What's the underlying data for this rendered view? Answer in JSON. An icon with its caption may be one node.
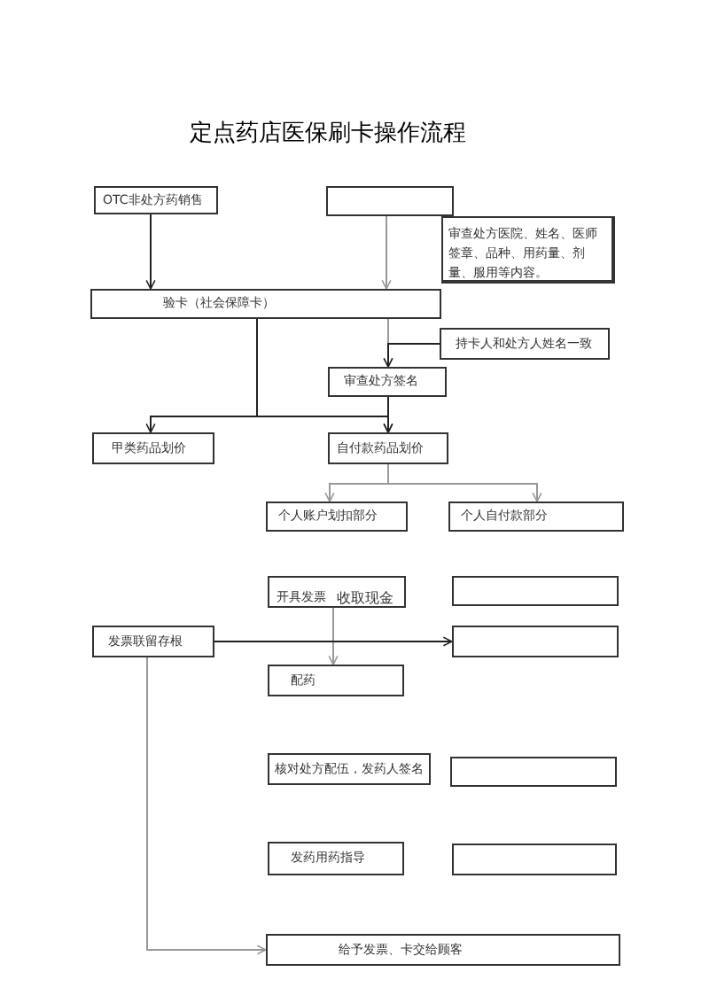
{
  "diagram": {
    "title": "定点药店医保刷卡操作流程",
    "nodes": [
      {
        "text": [
          "OTC非处方药销售"
        ]
      },
      {
        "text": [],
        "shape": "box"
      },
      {
        "text": [
          "审查处方医院、姓名、医师签章、品种、用药量、剂量、服用等内容。"
        ]
      },
      {
        "text": [
          "验卡（社会保障卡）"
        ]
      },
      {
        "text": [
          "持卡人和处方人姓名一致"
        ]
      },
      {
        "text": [
          "审查处方签名"
        ]
      },
      {
        "text": [
          "甲类药品划价"
        ]
      },
      {
        "text": [
          "自付款药品划价"
        ]
      },
      {
        "text": [
          "个人账户划扣部分"
        ]
      },
      {
        "text": [
          "个人自付款部分"
        ]
      },
      {
        "text": [
          "开具发票",
          "收取现金"
        ]
      },
      {
        "text": [],
        "shape": "box"
      },
      {
        "text": [
          "发票联留存根"
        ]
      },
      {
        "text": [],
        "shape": "box"
      },
      {
        "text": [
          "配药"
        ]
      },
      {
        "text": [
          "核对处方配伍，发药人签名"
        ]
      },
      {
        "text": [],
        "shape": "box"
      },
      {
        "text": [
          "发药用药指导"
        ]
      },
      {
        "text": [],
        "shape": "box"
      },
      {
        "text": [
          "给予发票、卡交给顾客"
        ]
      }
    ],
    "edges": [
      {
        "from": 0,
        "to": 3,
        "arrow": "to"
      },
      {
        "from": 1,
        "to": 3,
        "arrow": "to",
        "color": "#999999"
      },
      {
        "from": 3,
        "to": 6,
        "arrow": "to"
      },
      {
        "from": 3,
        "to": 7,
        "arrow": "to"
      },
      {
        "from": 3,
        "to": 5,
        "arrow": "to",
        "color": "#999999"
      },
      {
        "from": 4,
        "to": 5,
        "arrow": "to"
      },
      {
        "from": 5,
        "to": 7,
        "arrow": "to"
      },
      {
        "from": 7,
        "to": 8,
        "arrow": "to",
        "color": "#999999"
      },
      {
        "from": 7,
        "to": 9,
        "arrow": "to",
        "color": "#999999"
      },
      {
        "from": 10,
        "to": 14,
        "arrow": "to",
        "color": "#999999"
      },
      {
        "from": 12,
        "to": 13,
        "arrow": "to"
      },
      {
        "from": 12,
        "to": 19,
        "arrow": "to",
        "color": "#999999"
      }
    ]
  }
}
